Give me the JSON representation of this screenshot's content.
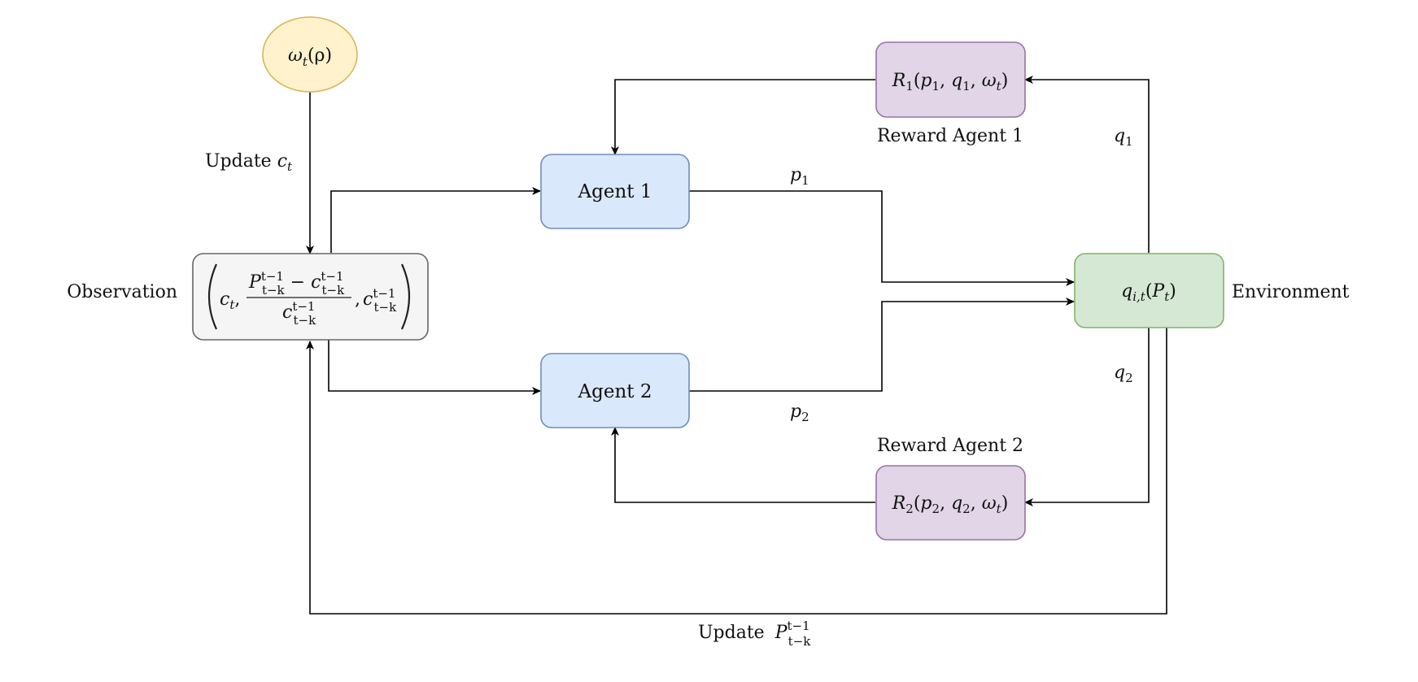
{
  "colors": {
    "agent_fill": "#dae8fc",
    "agent_stroke": "#6c8ebf",
    "reward_fill": "#e1d5e7",
    "reward_stroke": "#9673a6",
    "env_fill": "#d5e8d4",
    "env_stroke": "#82b366",
    "omega_fill": "#fff2cc",
    "omega_stroke": "#d6b656",
    "obs_fill": "#f5f5f5",
    "obs_stroke": "#666666"
  },
  "nodes": {
    "omega": {
      "base": "ω",
      "sub": "t",
      "args": "(ρ)"
    },
    "observation": {
      "c_t": "c",
      "c_t_sub": "t",
      "num_P": "P",
      "num_c": "c",
      "sup": "t−1",
      "sub_k": "t−k",
      "den_c": "c",
      "last_c": "c"
    },
    "agent1": {
      "label": "Agent 1"
    },
    "agent2": {
      "label": "Agent 2"
    },
    "reward1": {
      "base": "R",
      "sub": "1",
      "args_open": "(",
      "p": "p",
      "p_sub": "1",
      "q": "q",
      "q_sub": "1",
      "w": "ω",
      "w_sub": "t",
      "args_close": ")"
    },
    "reward2": {
      "base": "R",
      "sub": "2",
      "args_open": "(",
      "p": "p",
      "p_sub": "2",
      "q": "q",
      "q_sub": "2",
      "w": "ω",
      "w_sub": "t",
      "args_close": ")"
    },
    "environment": {
      "base": "q",
      "sub": "i,t",
      "arg_open": "(",
      "P": "P",
      "P_sub": "t",
      "arg_close": ")"
    }
  },
  "labels": {
    "observation": "Observation",
    "environment": "Environment",
    "reward_agent_1": "Reward Agent 1",
    "reward_agent_2": "Reward Agent 2",
    "update_c": {
      "text": "Update ",
      "var": "c",
      "sub": "t"
    },
    "update_P": {
      "text": "Update ",
      "var": "P",
      "sup": "t−1",
      "sub": "t−k"
    },
    "p1": {
      "var": "p",
      "sub": "1"
    },
    "p2": {
      "var": "p",
      "sub": "2"
    },
    "q1": {
      "var": "q",
      "sub": "1"
    },
    "q2": {
      "var": "q",
      "sub": "2"
    }
  }
}
